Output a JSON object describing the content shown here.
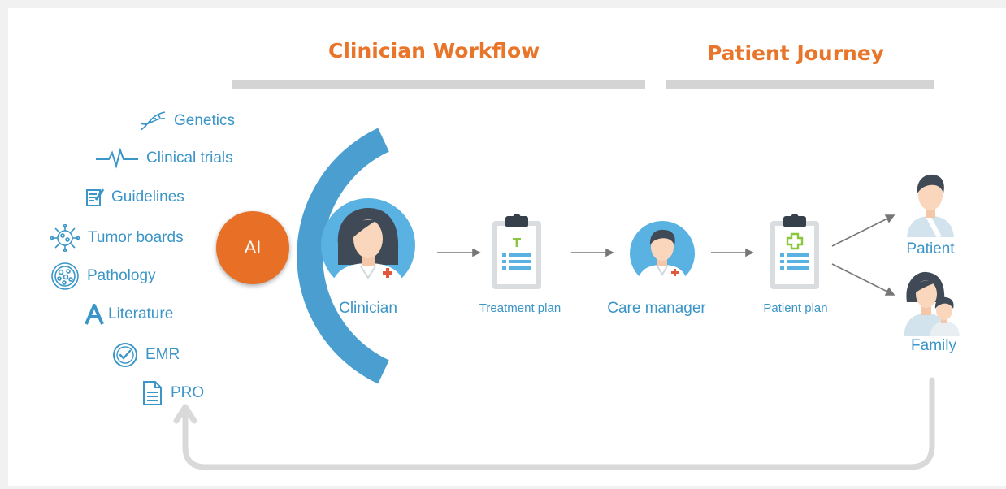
{
  "headers": {
    "clinician_workflow": "Clinician Workflow",
    "patient_journey": "Patient Journey"
  },
  "sources": [
    {
      "label": "Genetics",
      "icon": "dna-icon"
    },
    {
      "label": "Clinical  trials",
      "icon": "heartbeat-icon"
    },
    {
      "label": "Guidelines",
      "icon": "checklist-icon"
    },
    {
      "label": "Tumor boards",
      "icon": "virus-icon"
    },
    {
      "label": "Pathology",
      "icon": "cell-icon"
    },
    {
      "label": "Literature",
      "icon": "literature-a-icon"
    },
    {
      "label": "EMR",
      "icon": "check-circle-icon"
    },
    {
      "label": "PRO",
      "icon": "document-icon"
    }
  ],
  "ai": {
    "label": "AI"
  },
  "flow": {
    "clinician": "Clinician",
    "treatment_plan": "Treatment plan",
    "care_manager": "Care manager",
    "patient_plan": "Patient plan",
    "patient": "Patient",
    "family": "Family"
  },
  "colors": {
    "accent": "#e8752a",
    "blue": "#3a95c8",
    "arc": "#4a9fd0",
    "ai": "#e76f26",
    "bars": "#d4d4d4",
    "feedback": "#d9d9d9"
  }
}
